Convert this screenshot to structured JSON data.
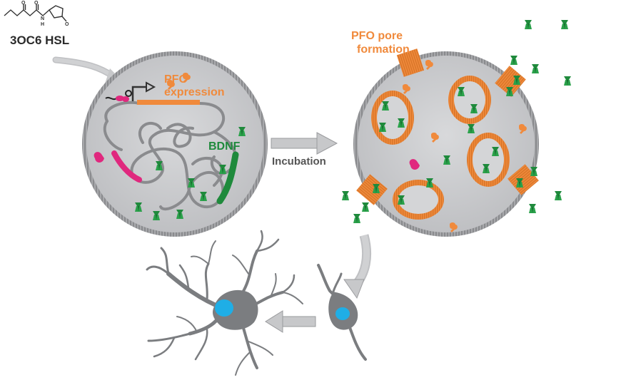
{
  "labels": {
    "molecule_name": "3OC6 HSL",
    "atom_o1": "O",
    "atom_o2": "O",
    "atom_o3": "O",
    "atom_n": "N",
    "atom_h": "H",
    "pfo_expression_line1": "PFO",
    "pfo_expression_line2": "expression",
    "bdnf": "BDNF",
    "incubation": "Incubation",
    "pfo_pore_line1": "PFO pore",
    "pfo_pore_line2": "formation"
  },
  "colors": {
    "orange": "#f08a3c",
    "green": "#1f8a3c",
    "magenta": "#e0287e",
    "cell_gray": "#c9cacc",
    "rim_gray": "#8c8d90",
    "arrow_gray": "#c7c8ca",
    "neuron_gray": "#7b7d80",
    "nucleus_blue": "#1faee6"
  },
  "icons": [
    "right-arrow-icon",
    "promoter-arrow-icon",
    "green-protein-icon",
    "orange-pfo-icon",
    "magenta-protein-icon"
  ]
}
